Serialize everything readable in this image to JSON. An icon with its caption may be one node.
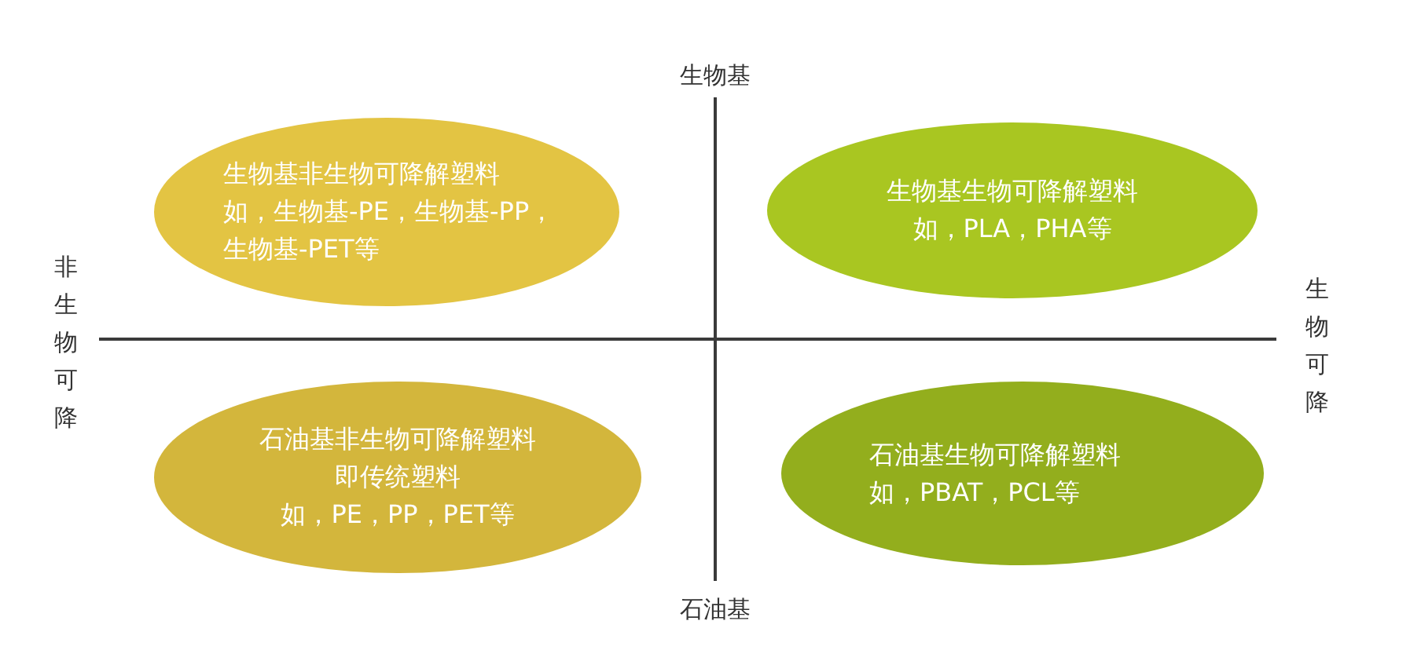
{
  "diagram": {
    "nodes": [
      {
        "text": [
          "生物基非生物可降解塑料",
          "如，生物基-PE，生物基-PP，生物基-PET等"
        ]
      },
      {
        "text": [
          "生物基生物可降解塑料",
          "如，PLA，PHA等"
        ]
      },
      {
        "text": [
          "石油基非生物可降解塑料",
          "即传统塑料",
          "如，PE，PP，PET等"
        ]
      },
      {
        "text": [
          "石油基生物可降解塑料",
          "如，PBAT，PCL等"
        ]
      }
    ],
    "labels": [
      "生物基",
      "非生物可降",
      "生物可降",
      "石油基"
    ]
  }
}
